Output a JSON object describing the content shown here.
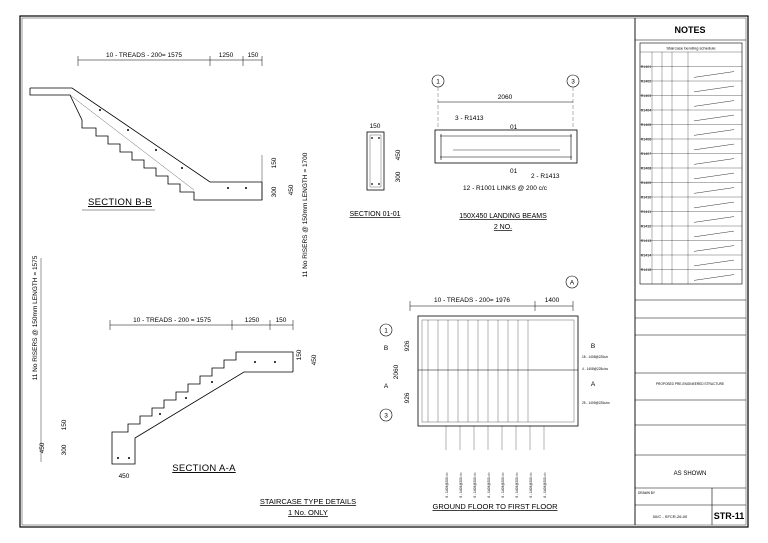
{
  "drawing": {
    "notes_title": "NOTES",
    "schedule_title": "Staircase bending schedule",
    "schedule_rows": [
      "R1401",
      "R1402",
      "R1403",
      "R1404",
      "R1405",
      "R1406",
      "R1407",
      "R1408",
      "R1409",
      "R1410",
      "R1411",
      "R1412",
      "R1413",
      "R1414",
      "R1415"
    ],
    "sections": {
      "bb": "SECTION B-B",
      "aa": "SECTION A-A",
      "s0101": "SECTION 01-01",
      "landing_title": "150X450 LANDING BEAMS",
      "landing_count": "2 NO."
    },
    "dims": {
      "treads_top": "10 - TREADS - 200= 1575",
      "treads_aa": "10 - TREADS - 200 = 1575",
      "treads_plan": "10 - TREADS - 200= 1976",
      "d1250": "1250",
      "d150": "150",
      "d1400": "1400",
      "d2060": "2060",
      "d300": "300",
      "d450": "450",
      "d926": "926",
      "risers_bb": "11 No RISERS @ 150mm LENGTH = 1700",
      "risers_aa": "11 No RISERS @ 150mm LENGTH = 1575"
    },
    "labels": {
      "r1413_top": "3 - R1413",
      "r1413_bot": "2 - R1413",
      "links": "12 - R1001 LINKS @ 200 c/c",
      "grid1": "1",
      "grid3": "3",
      "gridA": "A",
      "secB": "B",
      "secA": "A",
      "cut01": "01",
      "bar_b": "18 - 1408@225c/c",
      "bar_mid": "4 - 1408@225c/cs",
      "bar_a": "25 - 1409@225c/cs",
      "vbar": "6 - 1408@200 c/c"
    },
    "staircase_details": "STAIRCASE TYPE DETAILS",
    "one_only": "1 No. ONLY",
    "ground_floor": "GROUND FLOOR TO FIRST FLOOR",
    "title_block": {
      "project": "PROPOSED PRE-ENGINEERED STRUCTURE",
      "as_shown": "AS SHOWN",
      "drawn_by": "DRAWN BY",
      "sheet_no": "STR-11",
      "drawing_no": "00/C - SFCR-26-00"
    }
  }
}
